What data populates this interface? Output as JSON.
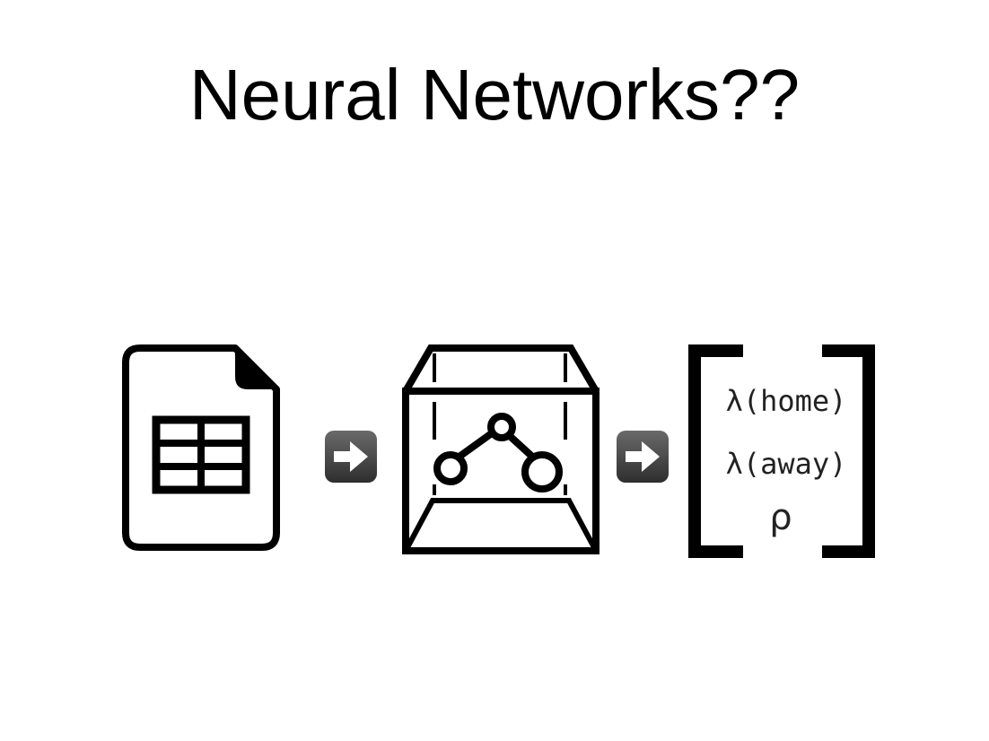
{
  "title": "Neural Networks??",
  "pipeline": {
    "input_icon": "spreadsheet-icon",
    "arrow_icon": "right-arrow-icon",
    "model_icon": "graph-box-icon",
    "outputs": [
      "λ(home)",
      "λ(away)",
      "ρ"
    ]
  },
  "colors": {
    "foreground": "#000000",
    "background": "#ffffff",
    "arrow_button": "#444444"
  }
}
